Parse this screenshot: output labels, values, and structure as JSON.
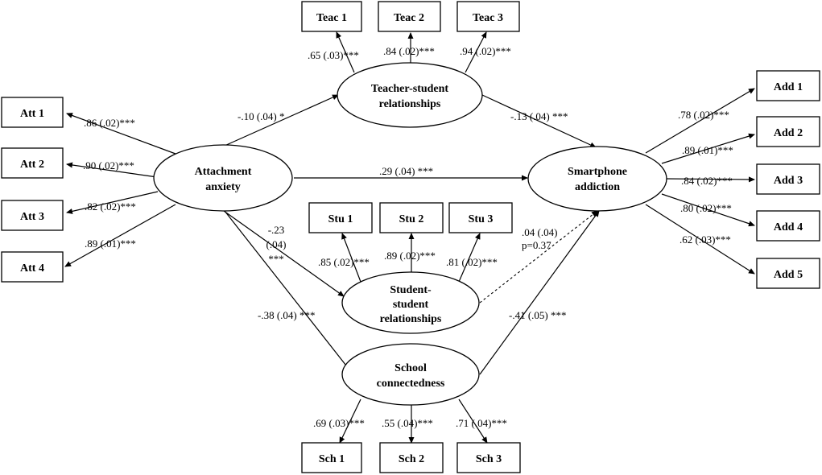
{
  "latent": {
    "teacher": [
      "Teacher-student",
      "relationships"
    ],
    "attachment": [
      "Attachment",
      "anxiety"
    ],
    "smartphone": [
      "Smartphone",
      "addiction"
    ],
    "student": [
      "Student-",
      "student",
      "relationships"
    ],
    "school": [
      "School",
      "connectedness"
    ]
  },
  "indicators": {
    "teac": [
      "Teac 1",
      "Teac 2",
      "Teac 3"
    ],
    "att": [
      "Att 1",
      "Att 2",
      "Att 3",
      "Att 4"
    ],
    "add": [
      "Add 1",
      "Add 2",
      "Add 3",
      "Add 4",
      "Add 5"
    ],
    "stu": [
      "Stu 1",
      "Stu 2",
      "Stu 3"
    ],
    "sch": [
      "Sch 1",
      "Sch 2",
      "Sch 3"
    ]
  },
  "loadings": {
    "teac": [
      ".65 (.03)***",
      ".84 (.02)***",
      ".94 (.02)***"
    ],
    "att": [
      ".86 (.02)***",
      ".90 (.02)***",
      ".82 (.02)***",
      ".89 (.01)***"
    ],
    "add": [
      ".78 (.02)***",
      ".89 (.01)***",
      ".84 (.02)***",
      ".80 (.02)***",
      ".62 (.03)***"
    ],
    "stu": [
      ".85 (.02)***",
      ".89 (.02)***",
      ".81 (.02)***"
    ],
    "sch": [
      ".69 (.03)***",
      ".55 (.04)***",
      ".71 (.04)***"
    ]
  },
  "paths": {
    "att_teacher": "-.10 (.04) *",
    "teacher_smart": "-.13 (.04) ***",
    "att_smart": ".29 (.04) ***",
    "att_student": [
      "-.23",
      "(.04)",
      "***"
    ],
    "student_smart": [
      ".04 (.04)",
      "p=0.37"
    ],
    "att_school": "-.38 (.04) ***",
    "school_smart": "-.41 (.05) ***"
  }
}
